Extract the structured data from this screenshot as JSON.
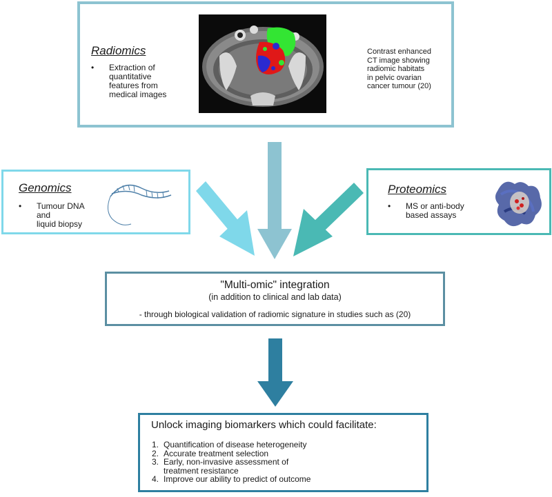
{
  "colors": {
    "radiomics_border": "#8dc3d1",
    "genomics_border": "#7fd8ea",
    "proteomics_border": "#4ab9b4",
    "integration_border": "#5b8fa2",
    "unlock_border": "#2e7fa0",
    "arrow_radiomics": "#8dc3d1",
    "arrow_genomics": "#7fd8ea",
    "arrow_proteomics": "#4ab9b4",
    "arrow_integration": "#2e7fa0"
  },
  "radiomics": {
    "heading": "Radiomics",
    "bullet": "•",
    "bullet_text": "Extraction of\nquantitative\nfeatures from\nmedical images",
    "caption": "Contrast enhanced\nCT image showing\nradiomic habitats\nin pelvic ovarian\ncancer tumour (20)"
  },
  "genomics": {
    "heading": "Genomics",
    "bullet": "•",
    "bullet_text": "Tumour DNA\nand\nliquid biopsy"
  },
  "proteomics": {
    "heading": "Proteomics",
    "bullet": "•",
    "bullet_text": "MS or anti-body\nbased assays"
  },
  "integration": {
    "title": "\"Multi-omic\" integration",
    "subtitle": "(in addition to clinical and lab data)",
    "note": "- through biological validation of radiomic signature in studies such as (20)"
  },
  "unlock": {
    "title": "Unlock imaging biomarkers which could facilitate:",
    "items": [
      {
        "num": "1.",
        "text": "Quantification of disease heterogeneity"
      },
      {
        "num": "2.",
        "text": "Accurate treatment selection"
      },
      {
        "num": "3.",
        "text": "Early, non-invasive assessment of\ntreatment resistance"
      },
      {
        "num": "4.",
        "text": "Improve our ability to predict of outcome"
      }
    ]
  }
}
